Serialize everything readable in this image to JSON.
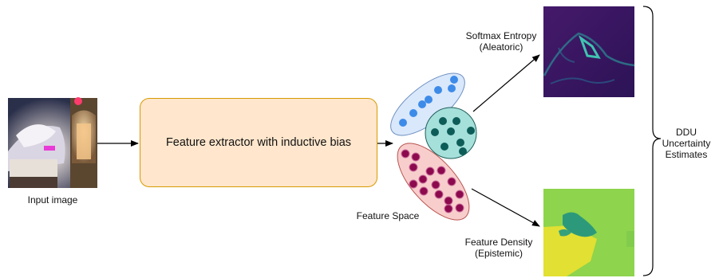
{
  "input_image": {
    "caption": "Input image"
  },
  "extractor": {
    "label": "Feature extractor with inductive bias"
  },
  "feature_space": {
    "caption": "Feature Space"
  },
  "outputs": {
    "softmax": {
      "line1": "Softmax Entropy",
      "line2": "(Aleatoric)"
    },
    "density": {
      "line1": "Feature Density",
      "line2": "(Epistemic)"
    }
  },
  "ddu": {
    "line1": "DDU",
    "line2": "Uncertainty",
    "line3": "Estimates"
  },
  "colors": {
    "extractor_fill": "#ffe6cc",
    "extractor_border": "#d79b00",
    "blue_cluster_fill": "#dae8fc",
    "blue_dots": "#3d8be8",
    "teal_cluster_fill": "#a6e0db",
    "teal_dots": "#0d5c58",
    "red_cluster_fill": "#f8cecc",
    "red_dots": "#8c0a4d",
    "entropy_map_bg": "#3a1564",
    "density_map_bg": "#8fd84b"
  }
}
